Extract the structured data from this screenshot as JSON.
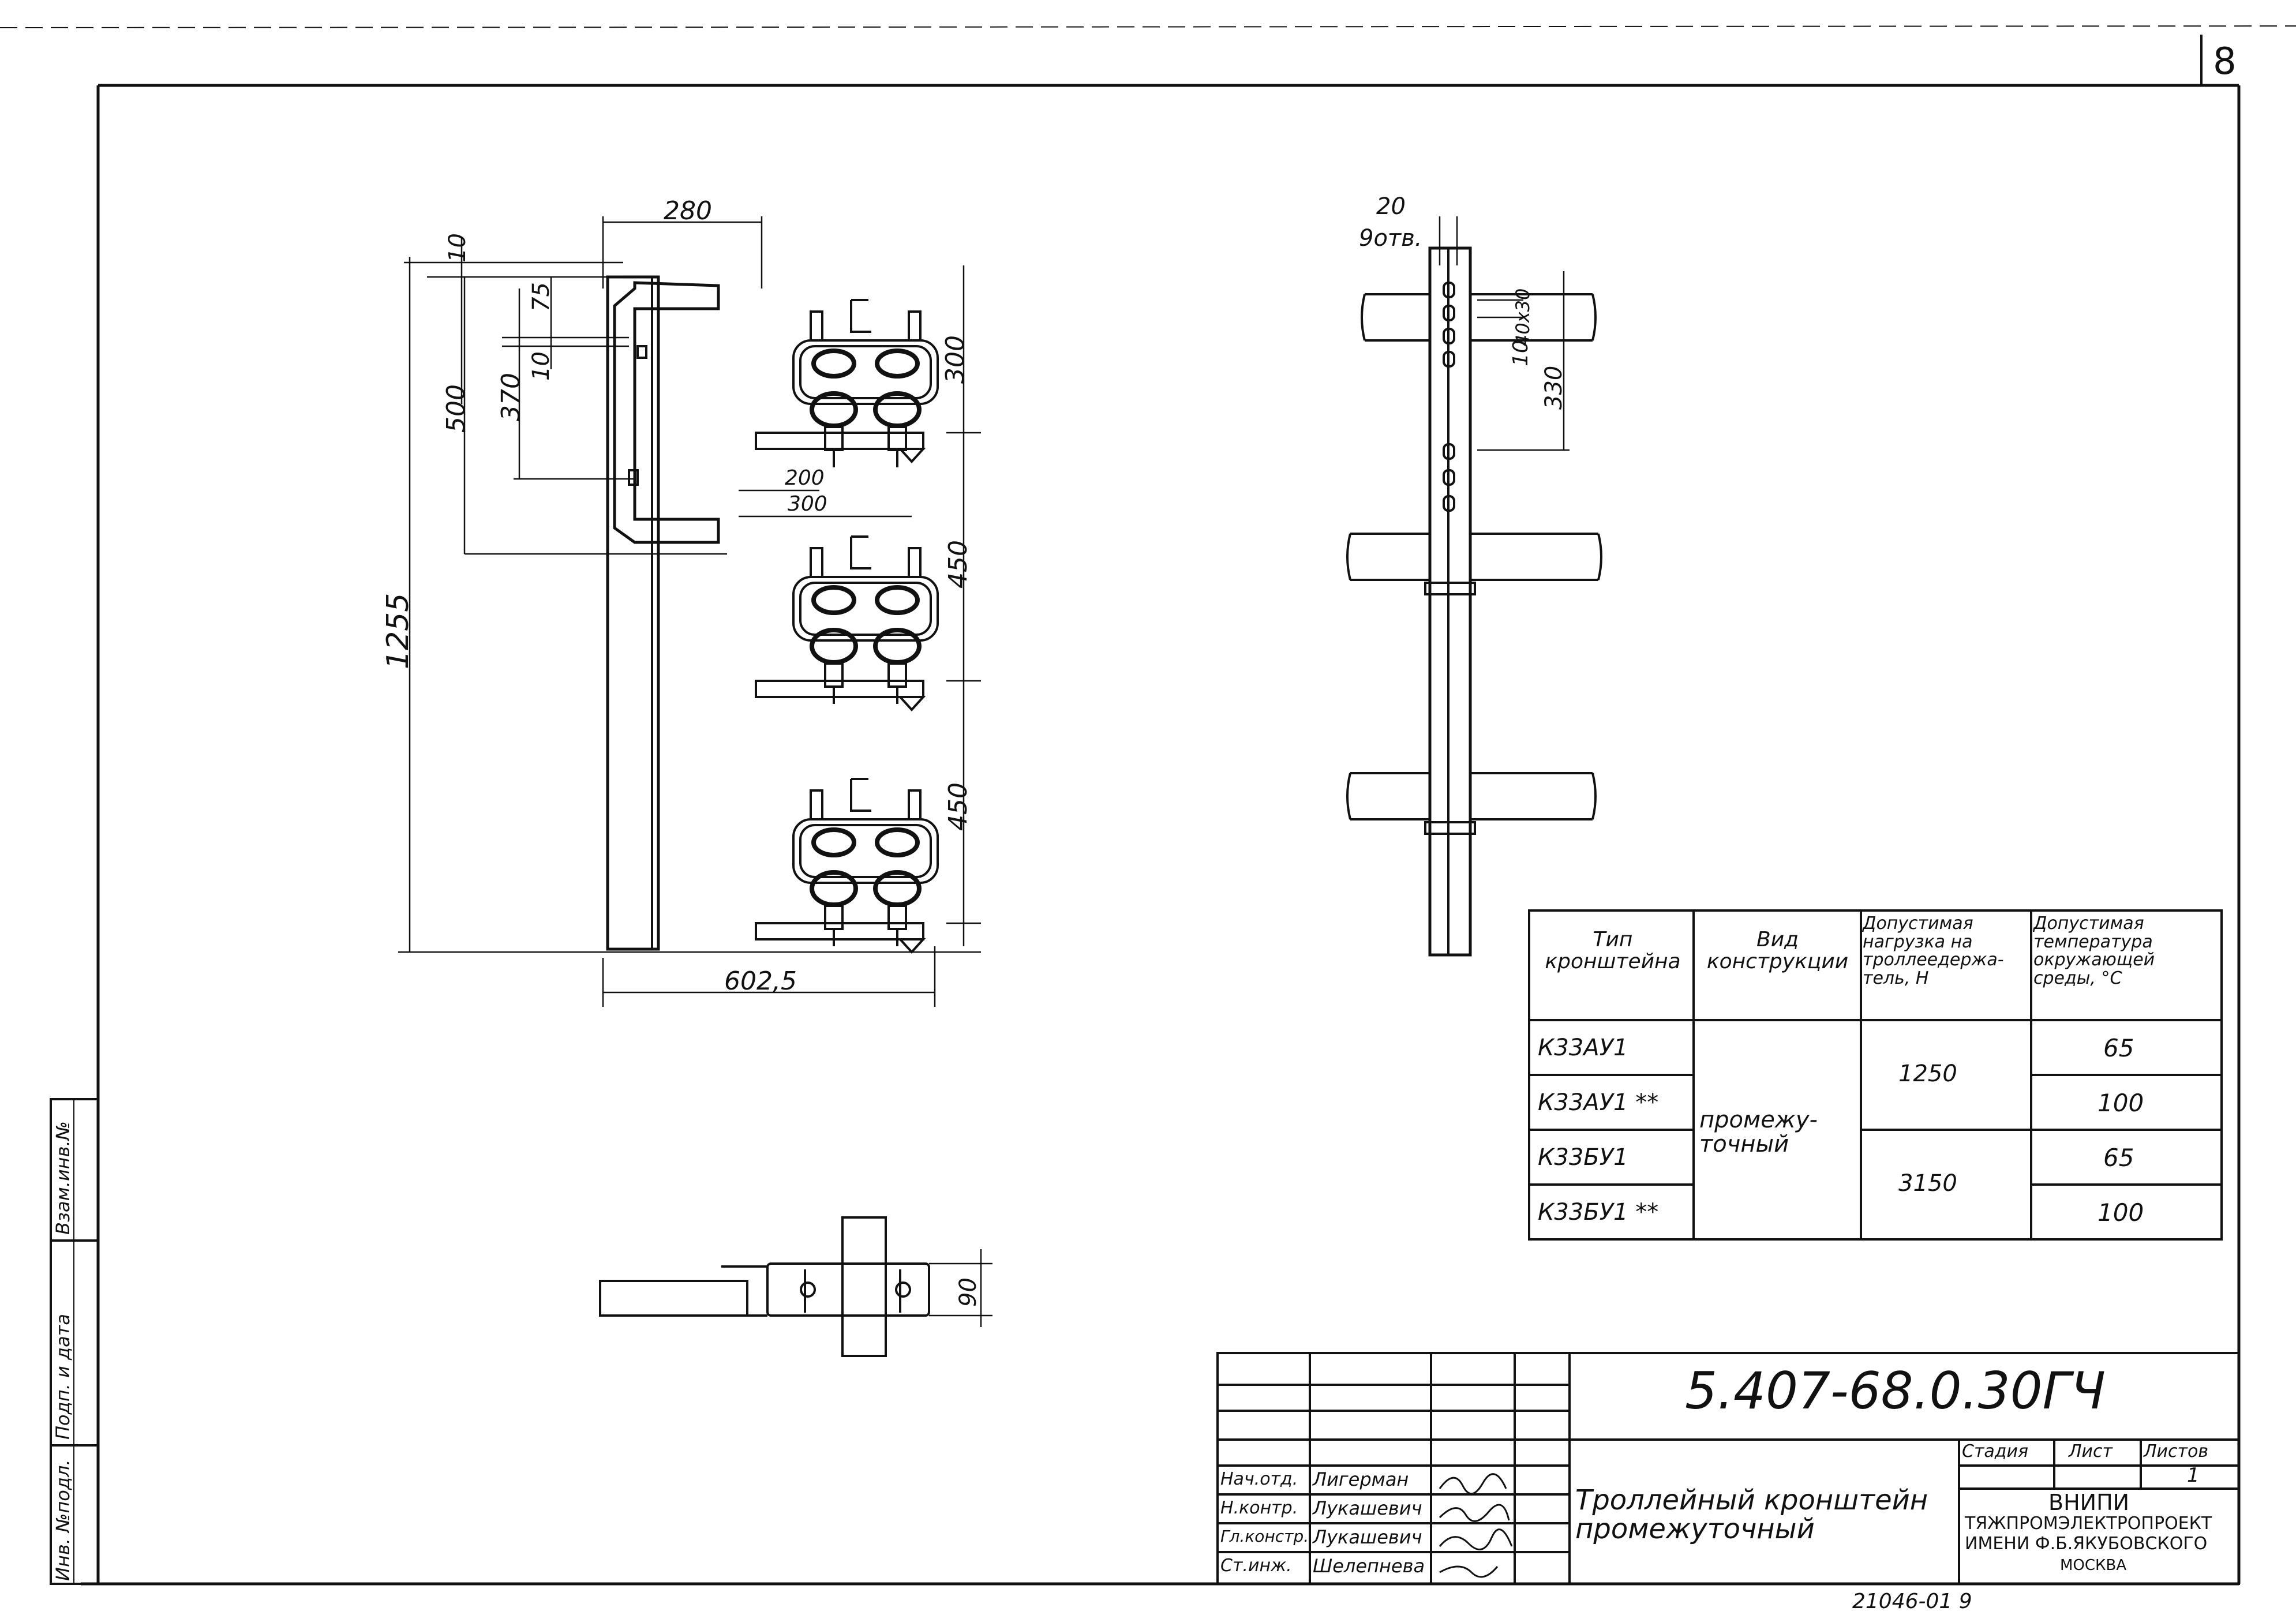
{
  "sheet_number": "8",
  "dimensions": {
    "top_width": "280",
    "d10_top": "10",
    "d75": "75",
    "d10_mid": "10",
    "d370": "370",
    "d500": "500",
    "d300_right": "300",
    "d200": "200",
    "d300_inner": "300",
    "d450_upper": "450",
    "d450_lower": "450",
    "total_height": "1255",
    "bottom_width": "602,5",
    "side_20": "20",
    "side_holes": "9отв.",
    "side_10": "10",
    "side_40x30": "40х30",
    "side_330": "330",
    "plan_90": "90"
  },
  "spec_table": {
    "headers": [
      "Тип\nкронштейна",
      "Вид\nконструкции",
      "Допустимая\nнагрузка на\nтроллеедержа-\nтель, Н",
      "Допустимая\nтемпература\nокружающей\nсреды, °С"
    ],
    "rows": [
      {
        "type": "К33АУ1",
        "load_temp": "65"
      },
      {
        "type": "К33АУ1 **",
        "load_temp": "100"
      },
      {
        "type": "К33БУ1",
        "load_temp": "65"
      },
      {
        "type": "К33БУ1 **",
        "load_temp": "100"
      }
    ],
    "construction": "промежу-\nточный",
    "load_a": "1250",
    "load_b": "3150"
  },
  "title_block": {
    "designation": "5.407-68.0.30ГЧ",
    "title": "Троллейный кронштейн\nпромежуточный",
    "stage_label": "Стадия",
    "sheet_label": "Лист",
    "sheets_label": "Листов",
    "sheets_value": "1",
    "org_line1": "ВНИПИ",
    "org_line2": "ТЯЖПРОМЭЛЕКТРОПРОЕКТ",
    "org_line3": "ИМЕНИ Ф.Б.ЯКУБОВСКОГО",
    "org_line4": "МОСКВА",
    "roles": [
      {
        "role": "Нач.отд.",
        "name": "Лигерман"
      },
      {
        "role": "Н.контр.",
        "name": "Лукашевич"
      },
      {
        "role": "Гл.констр.",
        "name": "Лукашевич"
      },
      {
        "role": "Ст.инж.",
        "name": "Шелепнева"
      }
    ]
  },
  "margin_stamp": {
    "col1": "Инв. №подл.",
    "col2": "Подп. и дата",
    "col3": "Взам.инв.№"
  },
  "footer_code": "21046-01  9"
}
